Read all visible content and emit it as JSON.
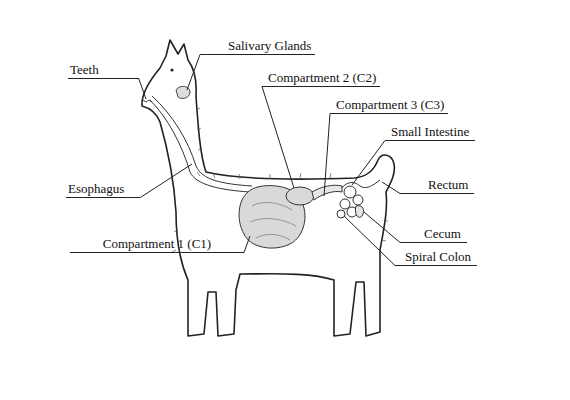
{
  "diagram": {
    "labels": [
      "Salivary Glands",
      "Teeth",
      "Compartment 2 (C2)",
      "Compartment 3 (C3)",
      "Small Intestine",
      "Esophagus",
      "Rectum",
      "Compartment 1 (C1)",
      "Cecum",
      "Spiral Colon"
    ]
  }
}
